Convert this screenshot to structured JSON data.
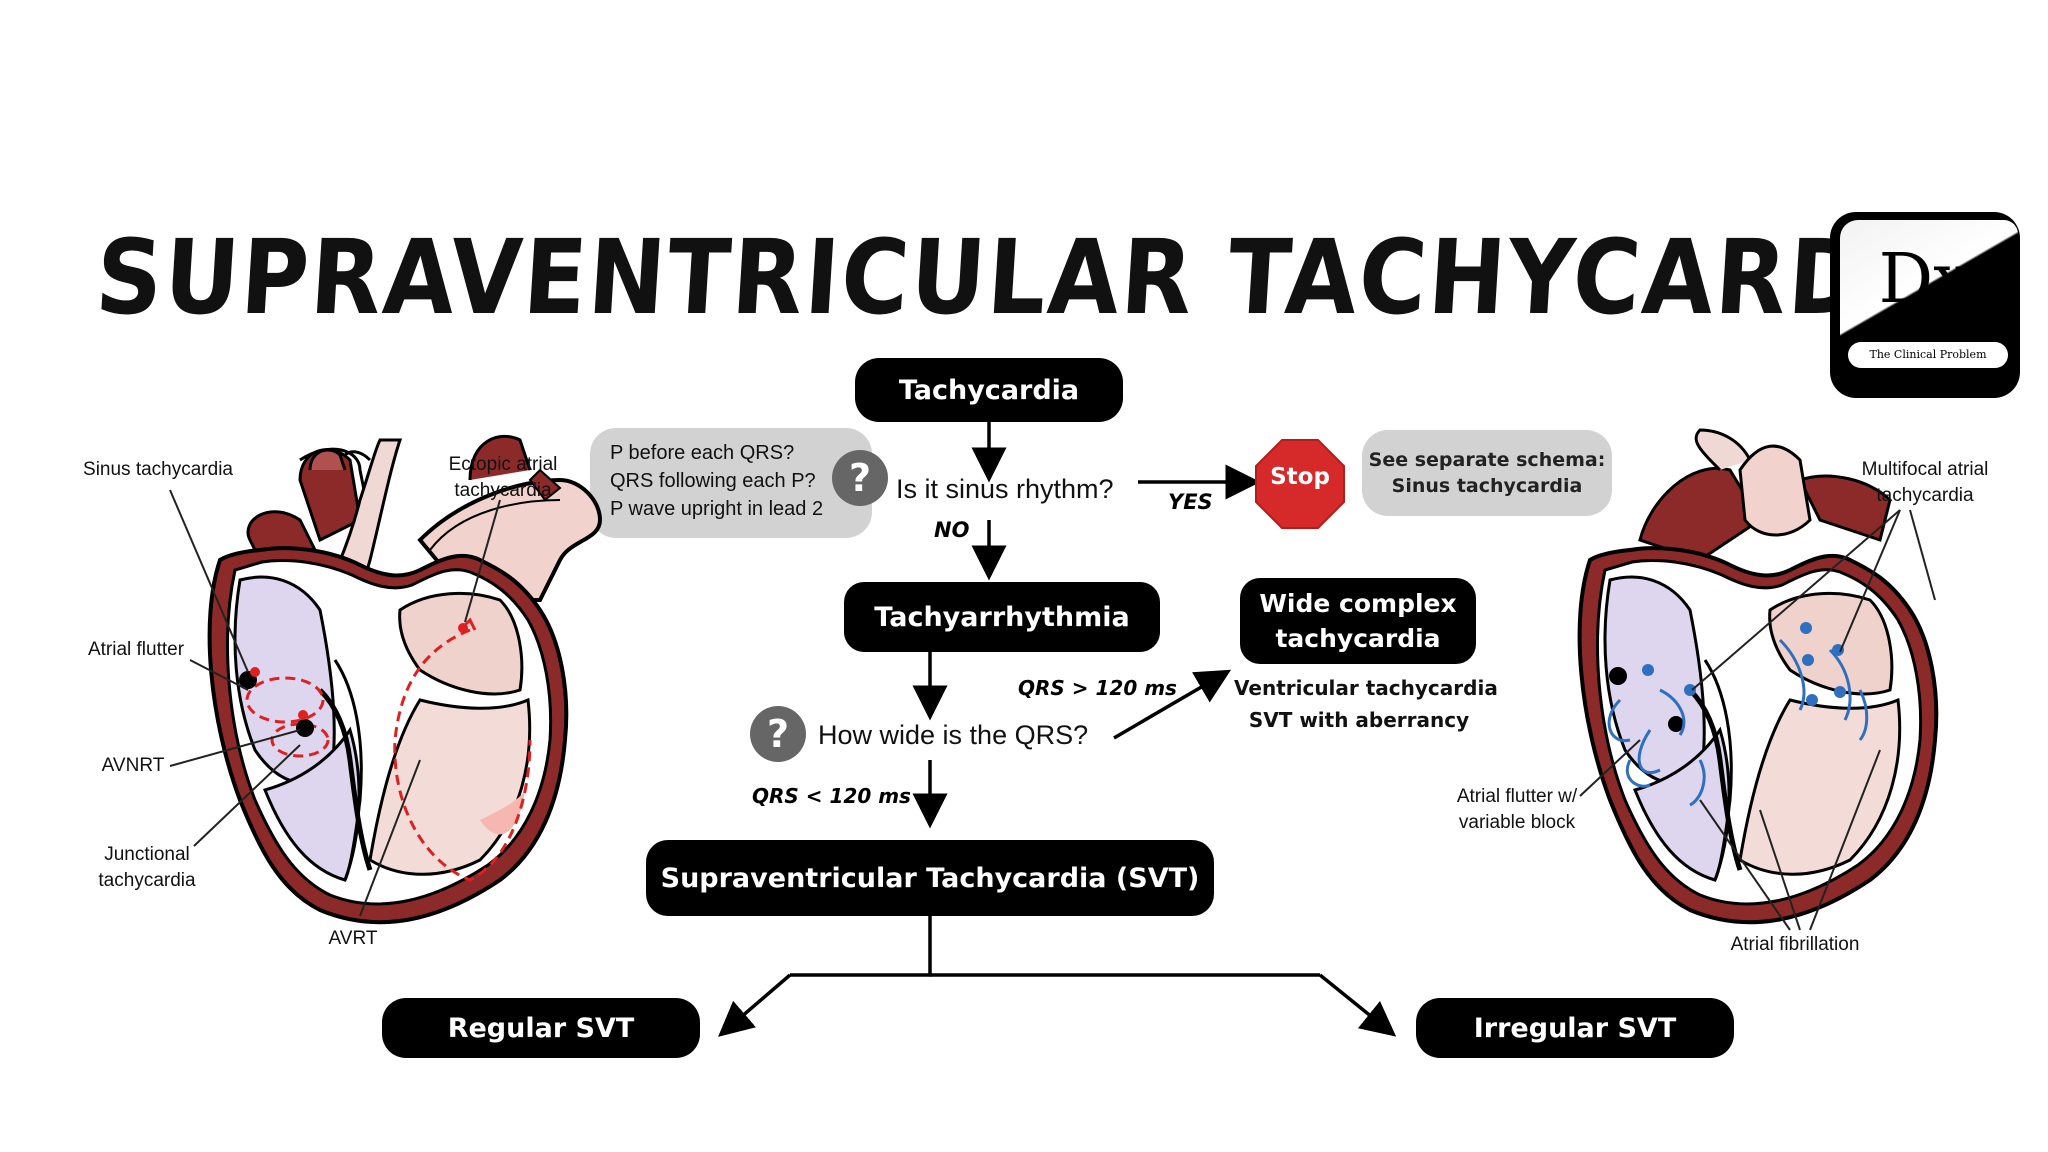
{
  "title": "SUPRAVENTRICULAR TACHYCARDIA",
  "logo": {
    "mark": "Dx",
    "tagline": "The Clinical Problem Solvers"
  },
  "flow": {
    "tachycardia": "Tachycardia",
    "sinus_question": "Is it sinus rhythm?",
    "sinus_criteria": [
      "P before each QRS?",
      "QRS following each P?",
      "P wave upright in lead 2"
    ],
    "yes": "YES",
    "no": "NO",
    "stop": "Stop",
    "see_schema": [
      "See separate schema:",
      "Sinus tachycardia"
    ],
    "tachyarrhythmia": "Tachyarrhythmia",
    "qrs_question": "How wide is the QRS?",
    "qrs_wide": "QRS > 120 ms",
    "qrs_narrow": "QRS < 120 ms",
    "wide_complex": [
      "Wide complex",
      "tachycardia"
    ],
    "wide_causes": [
      "Ventricular tachycardia",
      "SVT with aberrancy"
    ],
    "svt": "Supraventricular Tachycardia (SVT)",
    "regular": "Regular SVT",
    "irregular": "Irregular SVT",
    "question_mark": "?"
  },
  "left_heart": {
    "labels": {
      "sinus_tachycardia": "Sinus tachycardia",
      "ectopic_atrial": [
        "Ectopic atrial",
        "tachycardia"
      ],
      "atrial_flutter": "Atrial flutter",
      "avnrt": "AVNRT",
      "junctional": [
        "Junctional",
        "tachycardia"
      ],
      "avrt": "AVRT"
    },
    "path_color": "#e02020"
  },
  "right_heart": {
    "labels": {
      "multifocal": [
        "Multifocal atrial",
        "tachycardia"
      ],
      "flutter_variable": [
        "Atrial flutter w/",
        "variable block"
      ],
      "atrial_fibrillation": "Atrial fibrillation"
    },
    "path_color": "#2f6fc0"
  }
}
